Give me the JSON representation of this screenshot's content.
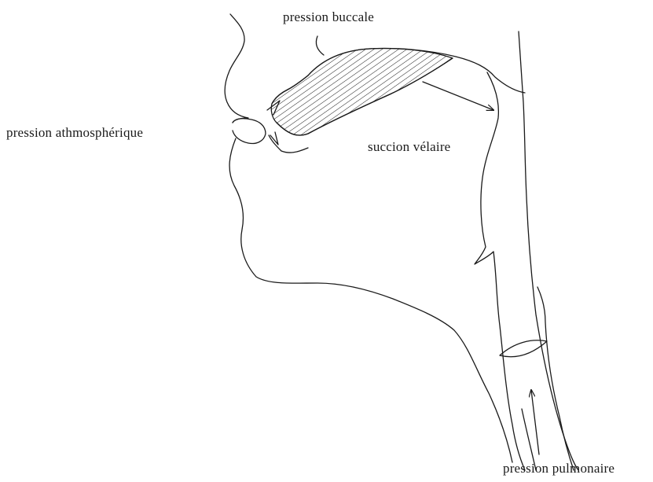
{
  "diagram": {
    "labels": {
      "buccal_pressure": "pression buccale",
      "atmospheric_pressure": "pression athmosphérique",
      "velar_suction": "succion vélaire",
      "pulmonary_pressure": "pression pulmonaire"
    },
    "colors": {
      "ink": "#1a1a1a",
      "background": "#ffffff"
    }
  }
}
